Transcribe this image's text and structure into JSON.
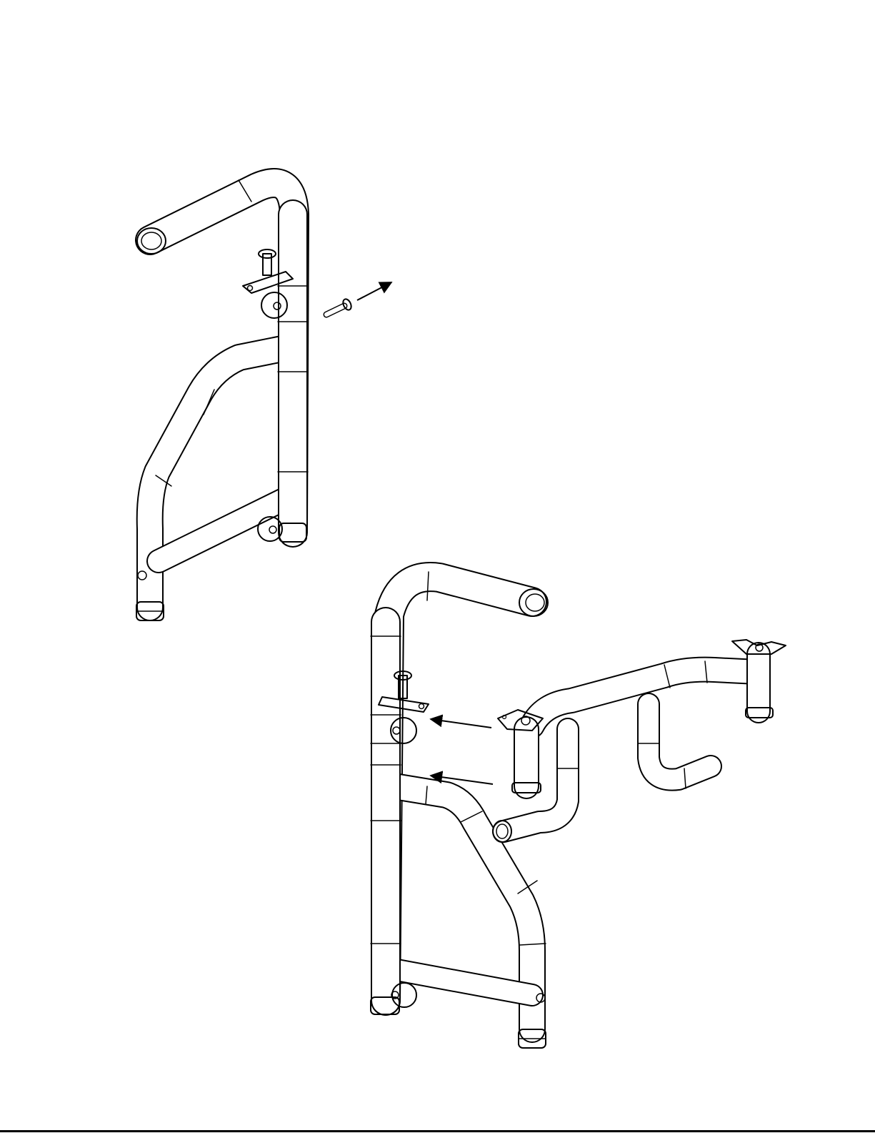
{
  "diagram": {
    "style": {
      "line_color": "#000000",
      "fill_color": "#ffffff",
      "arrow_color": "#000000"
    },
    "parts": [
      "side-frame-upper",
      "side-frame-lower",
      "bolt",
      "cross-brace-assembly"
    ],
    "arrows": [
      "bolt-direction-arrow",
      "upper-attach-arrow",
      "lower-attach-arrow"
    ]
  }
}
